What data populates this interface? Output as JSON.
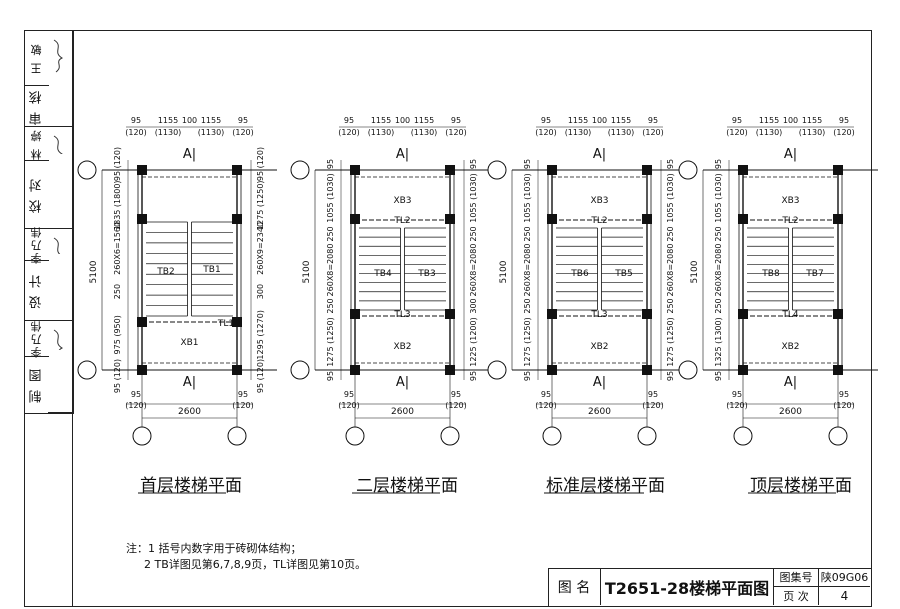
{
  "sidebar": [
    {
      "text": "王 敏",
      "signature": true
    },
    {
      "text": "审 核",
      "signature": false
    },
    {
      "text": "林 婷",
      "signature": true
    },
    {
      "text": "校 对",
      "signature": false
    },
    {
      "text": "李乃伟",
      "signature": true
    },
    {
      "text": "设 计",
      "signature": false
    },
    {
      "text": "李乃伟",
      "signature": true
    },
    {
      "text": "制 图",
      "signature": false
    }
  ],
  "plans": [
    {
      "title": "首层楼梯平面",
      "top_dims": [
        "95",
        "1155",
        "100",
        "1155",
        "95"
      ],
      "top_dims_paren": [
        "(120)",
        "(1130)",
        "",
        "(1130)",
        "(120)"
      ],
      "section_mark": "A",
      "total_height": "5100",
      "width": "2600",
      "bottom_dims": [
        "95",
        "95"
      ],
      "bottom_dims_paren": [
        "(120)",
        "(120)"
      ],
      "left_segments": [
        "95 (120)",
        "1835 (1800)",
        "260X6=1560",
        "250",
        "975 (950)",
        "95 (120)"
      ],
      "right_segments": [
        "95 (120)",
        "1275 (1250)",
        "260X9=2340",
        "300",
        "1295 (1270)",
        "95 (120)"
      ],
      "slabs": [
        "TB2",
        "TB1",
        "XB1"
      ],
      "beams": [
        "TL1"
      ]
    },
    {
      "title": "二层楼梯平面",
      "top_dims": [
        "95",
        "1155",
        "100",
        "1155",
        "95"
      ],
      "top_dims_paren": [
        "(120)",
        "(1130)",
        "",
        "(1130)",
        "(120)"
      ],
      "section_mark": "A",
      "total_height": "5100",
      "width": "2600",
      "bottom_dims": [
        "95",
        "95"
      ],
      "bottom_dims_paren": [
        "(120)",
        "(120)"
      ],
      "left_segments": [
        "95",
        "1055 (1030)",
        "250",
        "260X8=2080",
        "250",
        "1275 (1250)",
        "95"
      ],
      "right_segments": [
        "95",
        "1055 (1030)",
        "250",
        "260X8=2080",
        "300",
        "1225 (1200)",
        "95"
      ],
      "slabs": [
        "XB3",
        "TB4",
        "TB3",
        "XB2"
      ],
      "beams": [
        "TL2",
        "TL3"
      ]
    },
    {
      "title": "标准层楼梯平面",
      "top_dims": [
        "95",
        "1155",
        "100",
        "1155",
        "95"
      ],
      "top_dims_paren": [
        "(120)",
        "(1130)",
        "",
        "(1130)",
        "(120)"
      ],
      "section_mark": "A",
      "total_height": "5100",
      "width": "2600",
      "bottom_dims": [
        "95",
        "95"
      ],
      "bottom_dims_paren": [
        "(120)",
        "(120)"
      ],
      "left_segments": [
        "95",
        "1055 (1030)",
        "250",
        "260X8=2080",
        "250",
        "1275 (1250)",
        "95"
      ],
      "right_segments": [
        "95",
        "1055 (1030)",
        "250",
        "260X8=2080",
        "250",
        "1275 (1250)",
        "95"
      ],
      "slabs": [
        "XB3",
        "TB6",
        "TB5",
        "XB2"
      ],
      "beams": [
        "TL2",
        "TL3"
      ]
    },
    {
      "title": "顶层楼梯平面",
      "top_dims": [
        "95",
        "1155",
        "100",
        "1155",
        "95"
      ],
      "top_dims_paren": [
        "(120)",
        "(1130)",
        "",
        "(1130)",
        "(120)"
      ],
      "section_mark": "A",
      "total_height": "5100",
      "width": "2600",
      "bottom_dims": [
        "95",
        "95"
      ],
      "bottom_dims_paren": [
        "(120)",
        "(120)"
      ],
      "left_segments": [
        "95",
        "1055 (1030)",
        "250",
        "260X8=2080",
        "250",
        "1325 (1300)",
        "95"
      ],
      "right_segments": [],
      "slabs": [
        "XB3",
        "TB8",
        "TB7",
        "XB2"
      ],
      "beams": [
        "TL2",
        "TL4"
      ]
    }
  ],
  "notes": {
    "line1": "注：1 括号内数字用于砖砌体结构；",
    "line2": "2 TB详图见第6,7,8,9页，TL详图见第10页。"
  },
  "title_block": {
    "label_name": "图 名",
    "drawing_name": "T2651-28楼梯平面图",
    "label_atlas": "图集号",
    "atlas_no": "陕09G06",
    "label_page": "页 次",
    "page_no": "4"
  }
}
